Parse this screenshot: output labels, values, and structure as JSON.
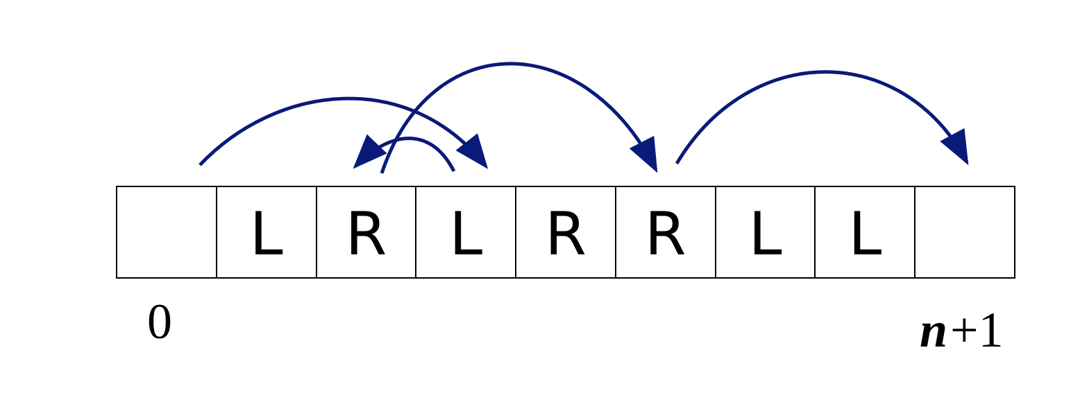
{
  "colors": {
    "arrow": "#0a1a78",
    "cell_border": "#000000",
    "text": "#000000"
  },
  "cells": [
    "",
    "L",
    "R",
    "L",
    "R",
    "R",
    "L",
    "L",
    ""
  ],
  "labels": {
    "start": "0",
    "end_var": "n",
    "end_rest": "+1"
  },
  "jumps": [
    {
      "from": 0,
      "to": 3
    },
    {
      "from": 3,
      "to": 2
    },
    {
      "from": 2,
      "to": 5
    },
    {
      "from": 5,
      "to": 8
    }
  ]
}
